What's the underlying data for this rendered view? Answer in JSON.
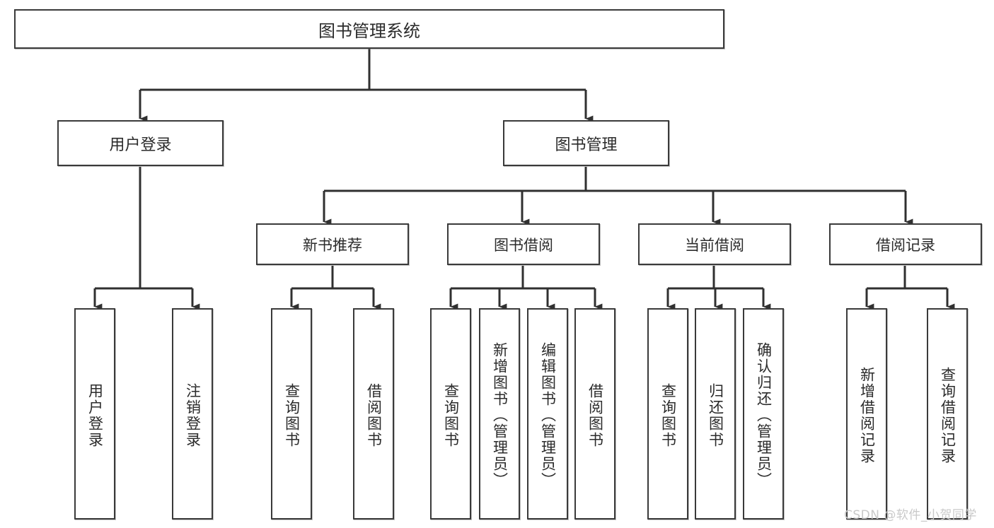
{
  "diagram": {
    "title": "图书管理系统",
    "root": {
      "label": "图书管理系统"
    },
    "level1": [
      {
        "label": "用户登录"
      },
      {
        "label": "图书管理"
      }
    ],
    "level2": [
      {
        "label": "新书推荐"
      },
      {
        "label": "图书借阅"
      },
      {
        "label": "当前借阅"
      },
      {
        "label": "借阅记录"
      }
    ],
    "leaves": {
      "user_login": [
        {
          "label": "用户登录"
        },
        {
          "label": "注销登录"
        }
      ],
      "new_book_recommend": [
        {
          "label": "查询图书"
        },
        {
          "label": "借阅图书"
        }
      ],
      "book_borrow": [
        {
          "label": "查询图书"
        },
        {
          "label": "新增图书（管理员）"
        },
        {
          "label": "编辑图书（管理员）"
        },
        {
          "label": "借阅图书"
        }
      ],
      "current_borrow": [
        {
          "label": "查询图书"
        },
        {
          "label": "归还图书"
        },
        {
          "label": "确认归还（管理员）"
        }
      ],
      "borrow_record": [
        {
          "label": "新增借阅记录"
        },
        {
          "label": "查询借阅记录"
        }
      ]
    }
  },
  "watermark": {
    "text": "CSDN @软件_小贺同学"
  },
  "colors": {
    "box_border": "#3a3a3a",
    "text": "#2b2b2b",
    "background": "#ffffff",
    "connector": "#303030",
    "watermark": "#c9c9c9"
  }
}
